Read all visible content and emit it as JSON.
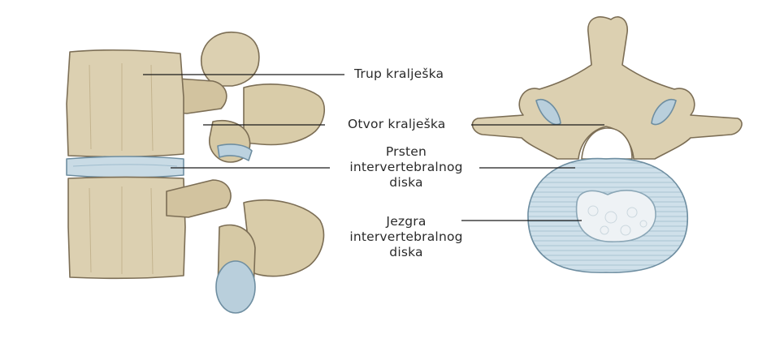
{
  "diagram": {
    "labels": {
      "vertebral_body": "Trup kralješka",
      "vertebral_foramen": "Otvor kralješka",
      "annulus": [
        "Prsten",
        "intervertebralnog",
        "diska"
      ],
      "nucleus": [
        "Jezgra",
        "intervertebralnog",
        "diska"
      ]
    },
    "colors": {
      "bone": "#dcd0b1",
      "bone_shade": "#bfae88",
      "bone_outline": "#7c6e55",
      "disc": "#c9dbe5",
      "disc_outline": "#6e8ea1",
      "nucleus": "#eef2f5",
      "leader_line": "#1a1a1a"
    }
  }
}
